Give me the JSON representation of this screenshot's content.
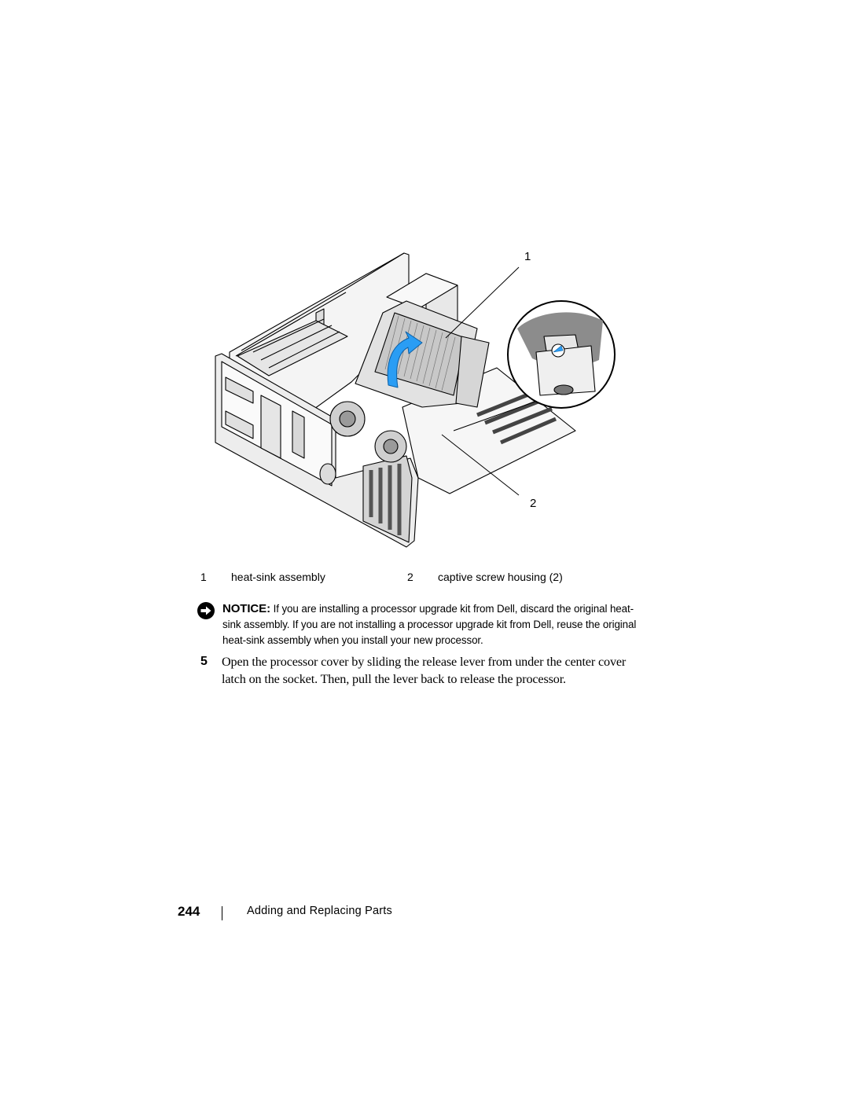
{
  "figure": {
    "callouts": [
      {
        "number": "1"
      },
      {
        "number": "2"
      }
    ],
    "colors": {
      "arrow": "#2a9df4",
      "line": "#000000",
      "fill_light": "#f2f2f2",
      "fill_mid": "#c8c8c8",
      "fill_dark": "#7a7a7a"
    }
  },
  "legend": {
    "items": [
      {
        "number": "1",
        "label": "heat-sink assembly"
      },
      {
        "number": "2",
        "label": "captive screw housing (2)"
      }
    ]
  },
  "notice": {
    "icon": "notice-icon",
    "label": "NOTICE:",
    "text": "If you are installing a processor upgrade kit from Dell, discard the original heat-sink assembly. If you are not installing a processor upgrade kit from Dell, reuse the original heat-sink assembly when you install your new processor."
  },
  "step": {
    "number": "5",
    "text": "Open the processor cover by sliding the release lever from under the center cover latch on the socket. Then, pull the lever back to release the processor."
  },
  "footer": {
    "page_number": "244",
    "section_title": "Adding and Replacing Parts"
  }
}
